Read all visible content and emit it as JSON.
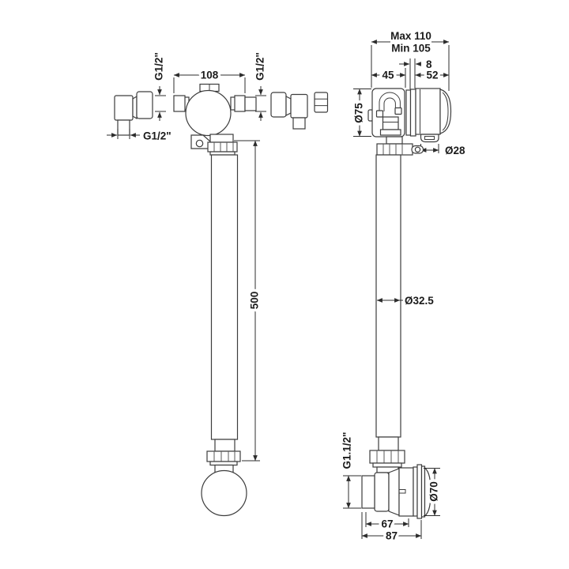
{
  "drawing": {
    "background": "#ffffff",
    "ink_color": "#1b1b1b",
    "line_color": "#3d3d3d",
    "front_view": {
      "elbow_thread": "G1/2\"",
      "inlet_left_thread": "G1/2\"",
      "inlet_right_thread": "G1/2\"",
      "valve_width": "108",
      "hose_length": "500"
    },
    "side_view": {
      "depth_max": "Max 110",
      "depth_min": "Min 105",
      "panel_gap": "8",
      "body_depth": "45",
      "trim_depth": "52",
      "trim_diameter": "Ø75",
      "spout_diameter": "Ø28",
      "hose_diameter": "Ø32.5",
      "waste_thread": "G1.1/2\"",
      "plug_diameter": "Ø70",
      "waste_length": "67",
      "waste_overall_length": "87"
    }
  }
}
